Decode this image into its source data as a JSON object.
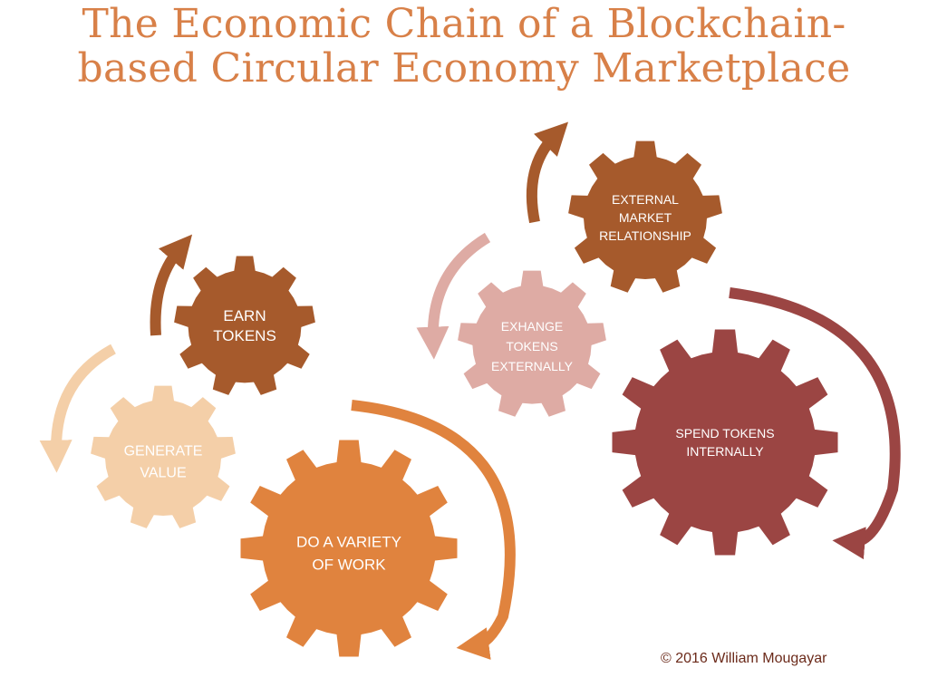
{
  "title": {
    "line1": "The Economic Chain of a Blockchain-",
    "line2": "based Circular Economy Marketplace"
  },
  "gears": [
    {
      "id": "earn",
      "lines": [
        "EARN",
        "TOKENS"
      ],
      "color": "#a65a2c"
    },
    {
      "id": "generate",
      "lines": [
        "GENERATE",
        "VALUE"
      ],
      "color": "#f4cfa8"
    },
    {
      "id": "work",
      "lines": [
        "DO A VARIETY",
        "OF WORK"
      ],
      "color": "#e0833e"
    },
    {
      "id": "external",
      "lines": [
        "EXTERNAL",
        "MARKET",
        "RELATIONSHIP"
      ],
      "color": "#a65a2c"
    },
    {
      "id": "exchange",
      "lines": [
        "EXHANGE",
        "TOKENS",
        "EXTERNALLY"
      ],
      "color": "#deaba4"
    },
    {
      "id": "spend",
      "lines": [
        "SPEND TOKENS",
        "INTERNALLY"
      ],
      "color": "#9b4543"
    }
  ],
  "copyright": "© 2016 William Mougayar",
  "colors": {
    "title": "#d88048",
    "label": "#ffffff",
    "copyright": "#6b2a1a"
  }
}
